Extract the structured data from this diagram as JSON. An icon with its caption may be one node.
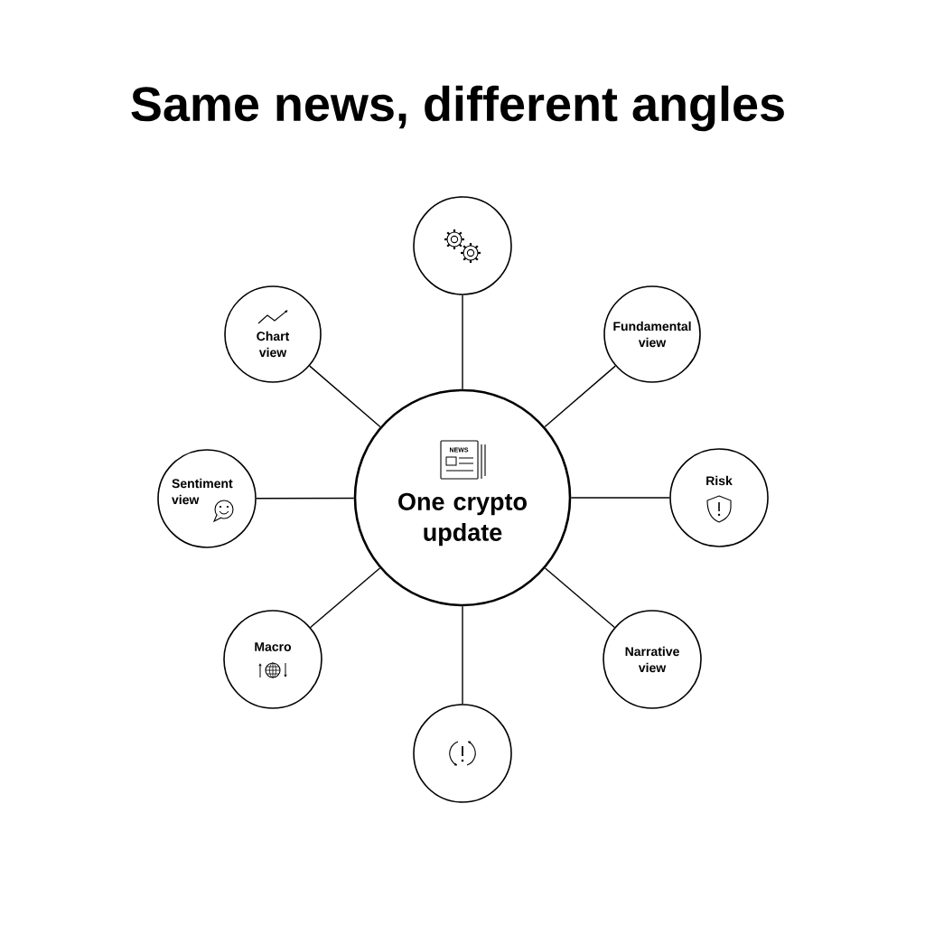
{
  "diagram": {
    "title": "Same news, different angles",
    "nodes": [
      {
        "text": [
          "NEWS",
          "One crypto update"
        ]
      },
      {
        "text": [],
        "shape": "circle"
      },
      {
        "text": [
          "Fundamental view"
        ]
      },
      {
        "text": [
          "Risk"
        ]
      },
      {
        "text": [
          "Narrative view"
        ]
      },
      {
        "text": [],
        "shape": "circle"
      },
      {
        "text": [
          "Macro"
        ]
      },
      {
        "text": [
          "Sentiment view"
        ]
      },
      {
        "text": [
          "Chart view"
        ]
      }
    ],
    "edges": [
      {
        "from": 0,
        "to": 1,
        "arrow": "none"
      },
      {
        "from": 0,
        "to": 2,
        "arrow": "none"
      },
      {
        "from": 0,
        "to": 3,
        "arrow": "none"
      },
      {
        "from": 0,
        "to": 4,
        "arrow": "none"
      },
      {
        "from": 0,
        "to": 5,
        "arrow": "none"
      },
      {
        "from": 0,
        "to": 6,
        "arrow": "none"
      },
      {
        "from": 0,
        "to": 7,
        "arrow": "none"
      },
      {
        "from": 0,
        "to": 8,
        "arrow": "none"
      }
    ]
  }
}
